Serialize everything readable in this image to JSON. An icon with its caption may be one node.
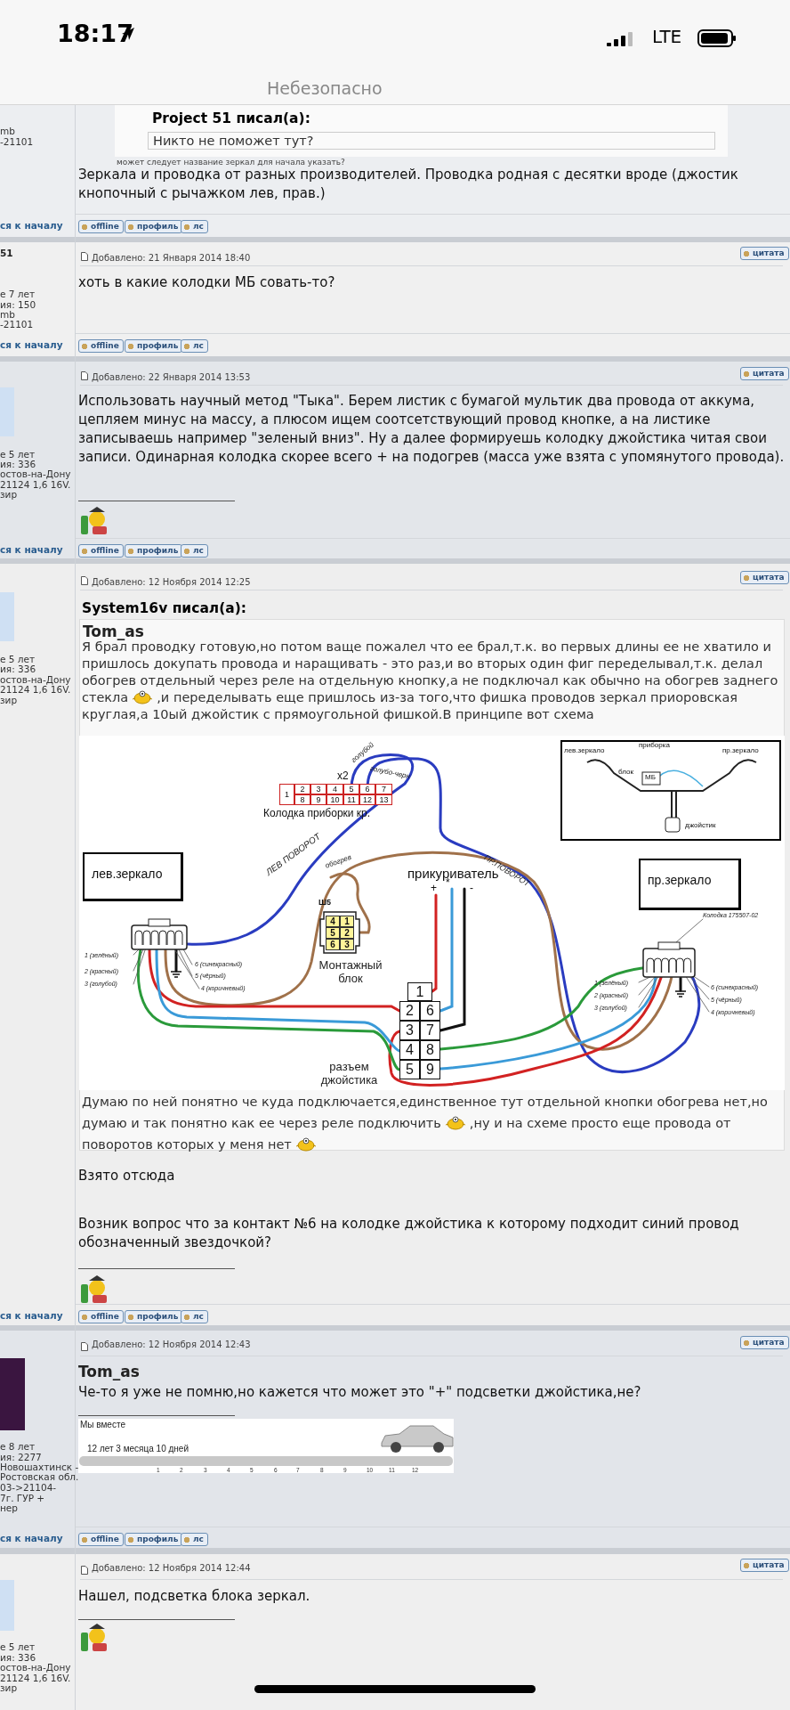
{
  "diagram": {
    "nodes": [
      {
        "text": [
          "лев.зеркало"
        ]
      },
      {
        "text": [
          "пр.зеркало"
        ]
      }
    ],
    "labels": [
      "18:17",
      "LTE",
      "Небезопасно",
      "mb",
      "-21101",
      "Project 51 писал(а):",
      "Никто не поможет тут?",
      "может следует название зеркал для начала указать?",
      "Зеркала и проводка от разных производителей. Проводка родная с десятки вроде (джостик кнопочный с рычажком лев, прав.)",
      "ся к началу",
      "offline",
      "профиль",
      "лс",
      "51",
      "Добавлено: 21 Января 2014 18:40",
      "цитата",
      "хоть в какие колодки МБ совать-то?",
      "е 7 лет",
      "ия: 150",
      "mb",
      "-21101",
      "ся к началу",
      "offline",
      "профиль",
      "лс",
      "Добавлено: 22 Января 2014 13:53",
      "цитата",
      "Использовать научный метод \"Тыка\". Берем листик с бумагой мультик два провода от аккума, цепляем минус на массу, а плюсом ищем соотсетствующий провод кнопке, а на листике записываешь например \"зеленый вниз\". Ну а далее формируешь колодку джойстика читая свои записи. Одинарная колодка скорее всего + на подогрев (масса уже взята с упомянутого провода).",
      "е 5 лет",
      "ия: 336",
      "остов-на-Дону",
      "21124 1,6 16V.",
      "зир",
      "ся к началу",
      "offline",
      "профиль",
      "лс",
      "Добавлено: 12 Ноября 2014 12:25",
      "цитата",
      "System16v писал(а):",
      "Tom_as",
      "Я брал проводку готовую,но потом ваще пожалел что ее брал,т.к. во первых длины ее не хватило и пришлось докупать провода и наращивать - это раз,и во вторых один фиг переделывал,т.к. делал обогрев отдельный через реле на отдельную кнопку,а не подключал как обычно на обогрев заднего стекла",
      ",и переделывать еще пришлось из-за того,что фишка проводов зеркал приоровская круглая,а 10ый джойстик с прямоугольной фишкой.В принципе вот схема",
      "е 5 лет",
      "ия: 336",
      "остов-на-Дону",
      "21124 1,6 16V.",
      "зир",
      "x2",
      "голубой",
      "голубо-черн",
      "1",
      "2",
      "3",
      "4",
      "5",
      "6",
      "7",
      "8",
      "9",
      "10",
      "11",
      "12",
      "13",
      "Колодка приборки кр.",
      "ЛЕВ ПОВОРОТ",
      "обогрев",
      "ПР.ПОВОРОТ",
      "прикуриватель",
      "+",
      "*",
      "-",
      "Ш5",
      "4",
      "1",
      "5",
      "2",
      "6",
      "3",
      "Монтажный блок",
      "1 (зелёный)",
      "6 (синекрасный)",
      "2 (красный)",
      "5 (чёрный)",
      "3 (голубой)",
      "4 (коричневый)",
      "Колодка 175507-02",
      "1 (зелёный)",
      "6 (синекрасный)",
      "2 (красный)",
      "5 (чёрный)",
      "3 (голубой)",
      "4 (коричневый)",
      "1",
      "2",
      "6",
      "3",
      "7",
      "4",
      "8",
      "5",
      "9",
      "разъем джойстика",
      "лев.зеркало",
      "приборка",
      "блок",
      "МБ",
      "пр.зеркало",
      "джойстик",
      "Думаю по ней понятно че куда подключается,единственное тут отдельной кнопки обогрева нет,но думаю и так понятно как ее через реле подключить",
      ",ну и на схеме просто еще провода от поворотов которых у меня нет",
      "Взято отсюда",
      "Возник вопрос что за контакт №6 на колодке джойстика к которому подходит синий провод обозначенный звездочкой?",
      "ся к началу",
      "offline",
      "профиль",
      "лс",
      "Добавлено: 12 Ноября 2014 12:43",
      "цитата",
      "Tom_as",
      "Че-то я уже не помню,но кажется что может это \"+\" подсветки джойстика,не?",
      "е 8 лет",
      "ия: 2277",
      "Новошахтинск -",
      "Ростовская обл.",
      "03->21104-",
      "7г. ГУР +",
      "нер",
      "Мы вместе",
      "12 лет 3 месяца 10 дней",
      "1",
      "2",
      "3",
      "4",
      "5",
      "6",
      "7",
      "8",
      "9",
      "10",
      "11",
      "12",
      "ся к началу",
      "offline",
      "профиль",
      "лс",
      "Добавлено: 12 Ноября 2014 12:44",
      "цитата",
      "Нашел, подсветка блока зеркал.",
      "е 5 лет",
      "ия: 336",
      "остов-на-Дону",
      "21124 1,6 16V.",
      "зир"
    ]
  }
}
